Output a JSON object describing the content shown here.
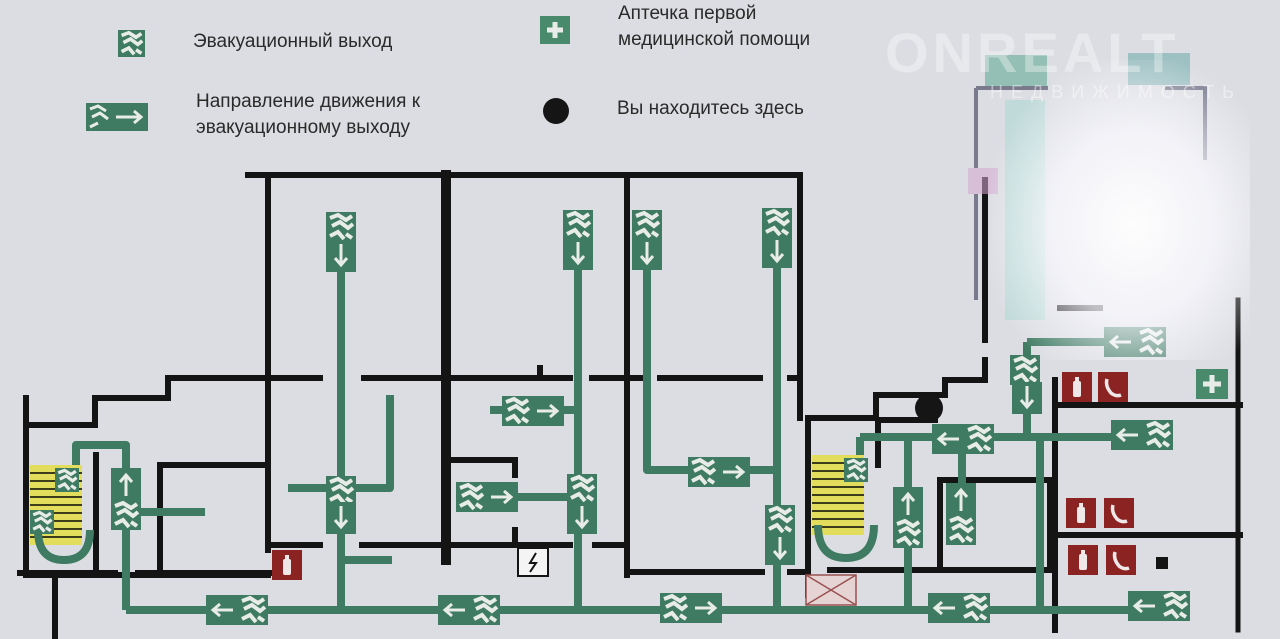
{
  "legend": {
    "items": [
      {
        "icon": "evacuation-exit-icon",
        "label": "Эвакуационный выход"
      },
      {
        "icon": "evacuation-direction-icon",
        "label_line1": "Направление движения к",
        "label_line2": "эвакуационному выходу"
      },
      {
        "icon": "first-aid-icon",
        "label_line1": "Аптечка первой",
        "label_line2": "медицинской помощи"
      },
      {
        "icon": "you-are-here-icon",
        "label": "Вы находитесь здесь"
      }
    ]
  },
  "watermark": {
    "text": "ONREALT",
    "subtitle": "НЕДВИЖИМОСТЬ"
  },
  "colors": {
    "wall": "#141414",
    "route": "#3f7a62",
    "sign": "#3f7a62",
    "fire_equipment": "#8c2323",
    "stairs": "#d8d24a",
    "background": "#dcdde2"
  },
  "map": {
    "you_are_here": "you-are-here-marker",
    "signs": [
      {
        "type": "direction",
        "dir": "up"
      },
      {
        "type": "direction",
        "dir": "left"
      },
      {
        "type": "direction",
        "dir": "right"
      },
      {
        "type": "direction",
        "dir": "down"
      }
    ],
    "equipment": [
      "fire-extinguisher",
      "fire-phone",
      "first-aid",
      "electrical-panel"
    ]
  }
}
